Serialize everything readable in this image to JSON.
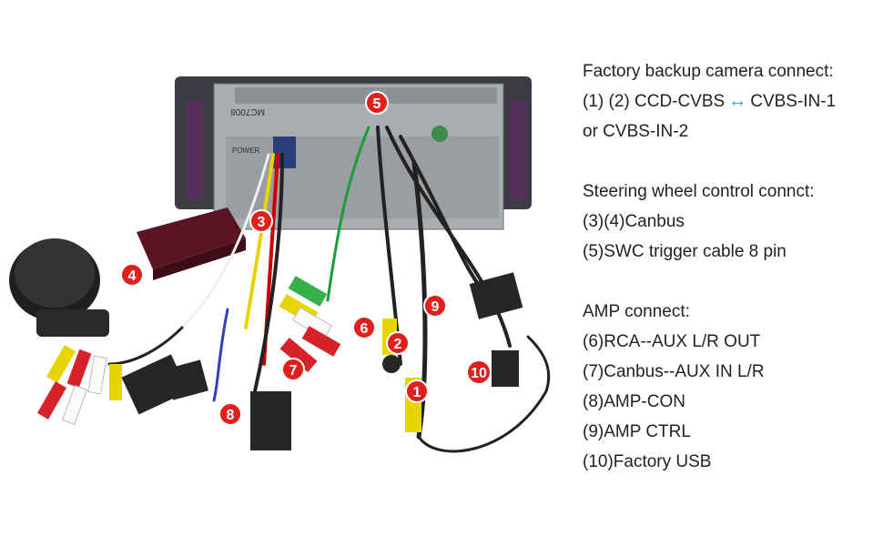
{
  "badges": [
    "1",
    "2",
    "3",
    "4",
    "5",
    "6",
    "7",
    "8",
    "9",
    "10"
  ],
  "legend": {
    "camera": {
      "heading": "Factory backup camera connect:",
      "line1_left": "(1) (2) CCD-CVBS",
      "arrow": "↔",
      "line1_right": "CVBS-IN-1",
      "line2": "or CVBS-IN-2"
    },
    "steering": {
      "heading": "Steering wheel control connct:",
      "items": [
        "(3)(4)Canbus",
        "(5)SWC trigger cable 8 pin"
      ]
    },
    "amp": {
      "heading": "AMP connect:",
      "items": [
        "(6)RCA--AUX L/R OUT",
        "(7)Canbus--AUX IN L/R",
        "(8)AMP-CON",
        "(9)AMP CTRL",
        "(10)Factory USB"
      ]
    }
  },
  "photo_labels": {
    "unit_model": "MC7008",
    "power_label": "POWER"
  },
  "colors": {
    "badge_red": "#e0201c",
    "arrow_blue": "#2f9be0"
  }
}
